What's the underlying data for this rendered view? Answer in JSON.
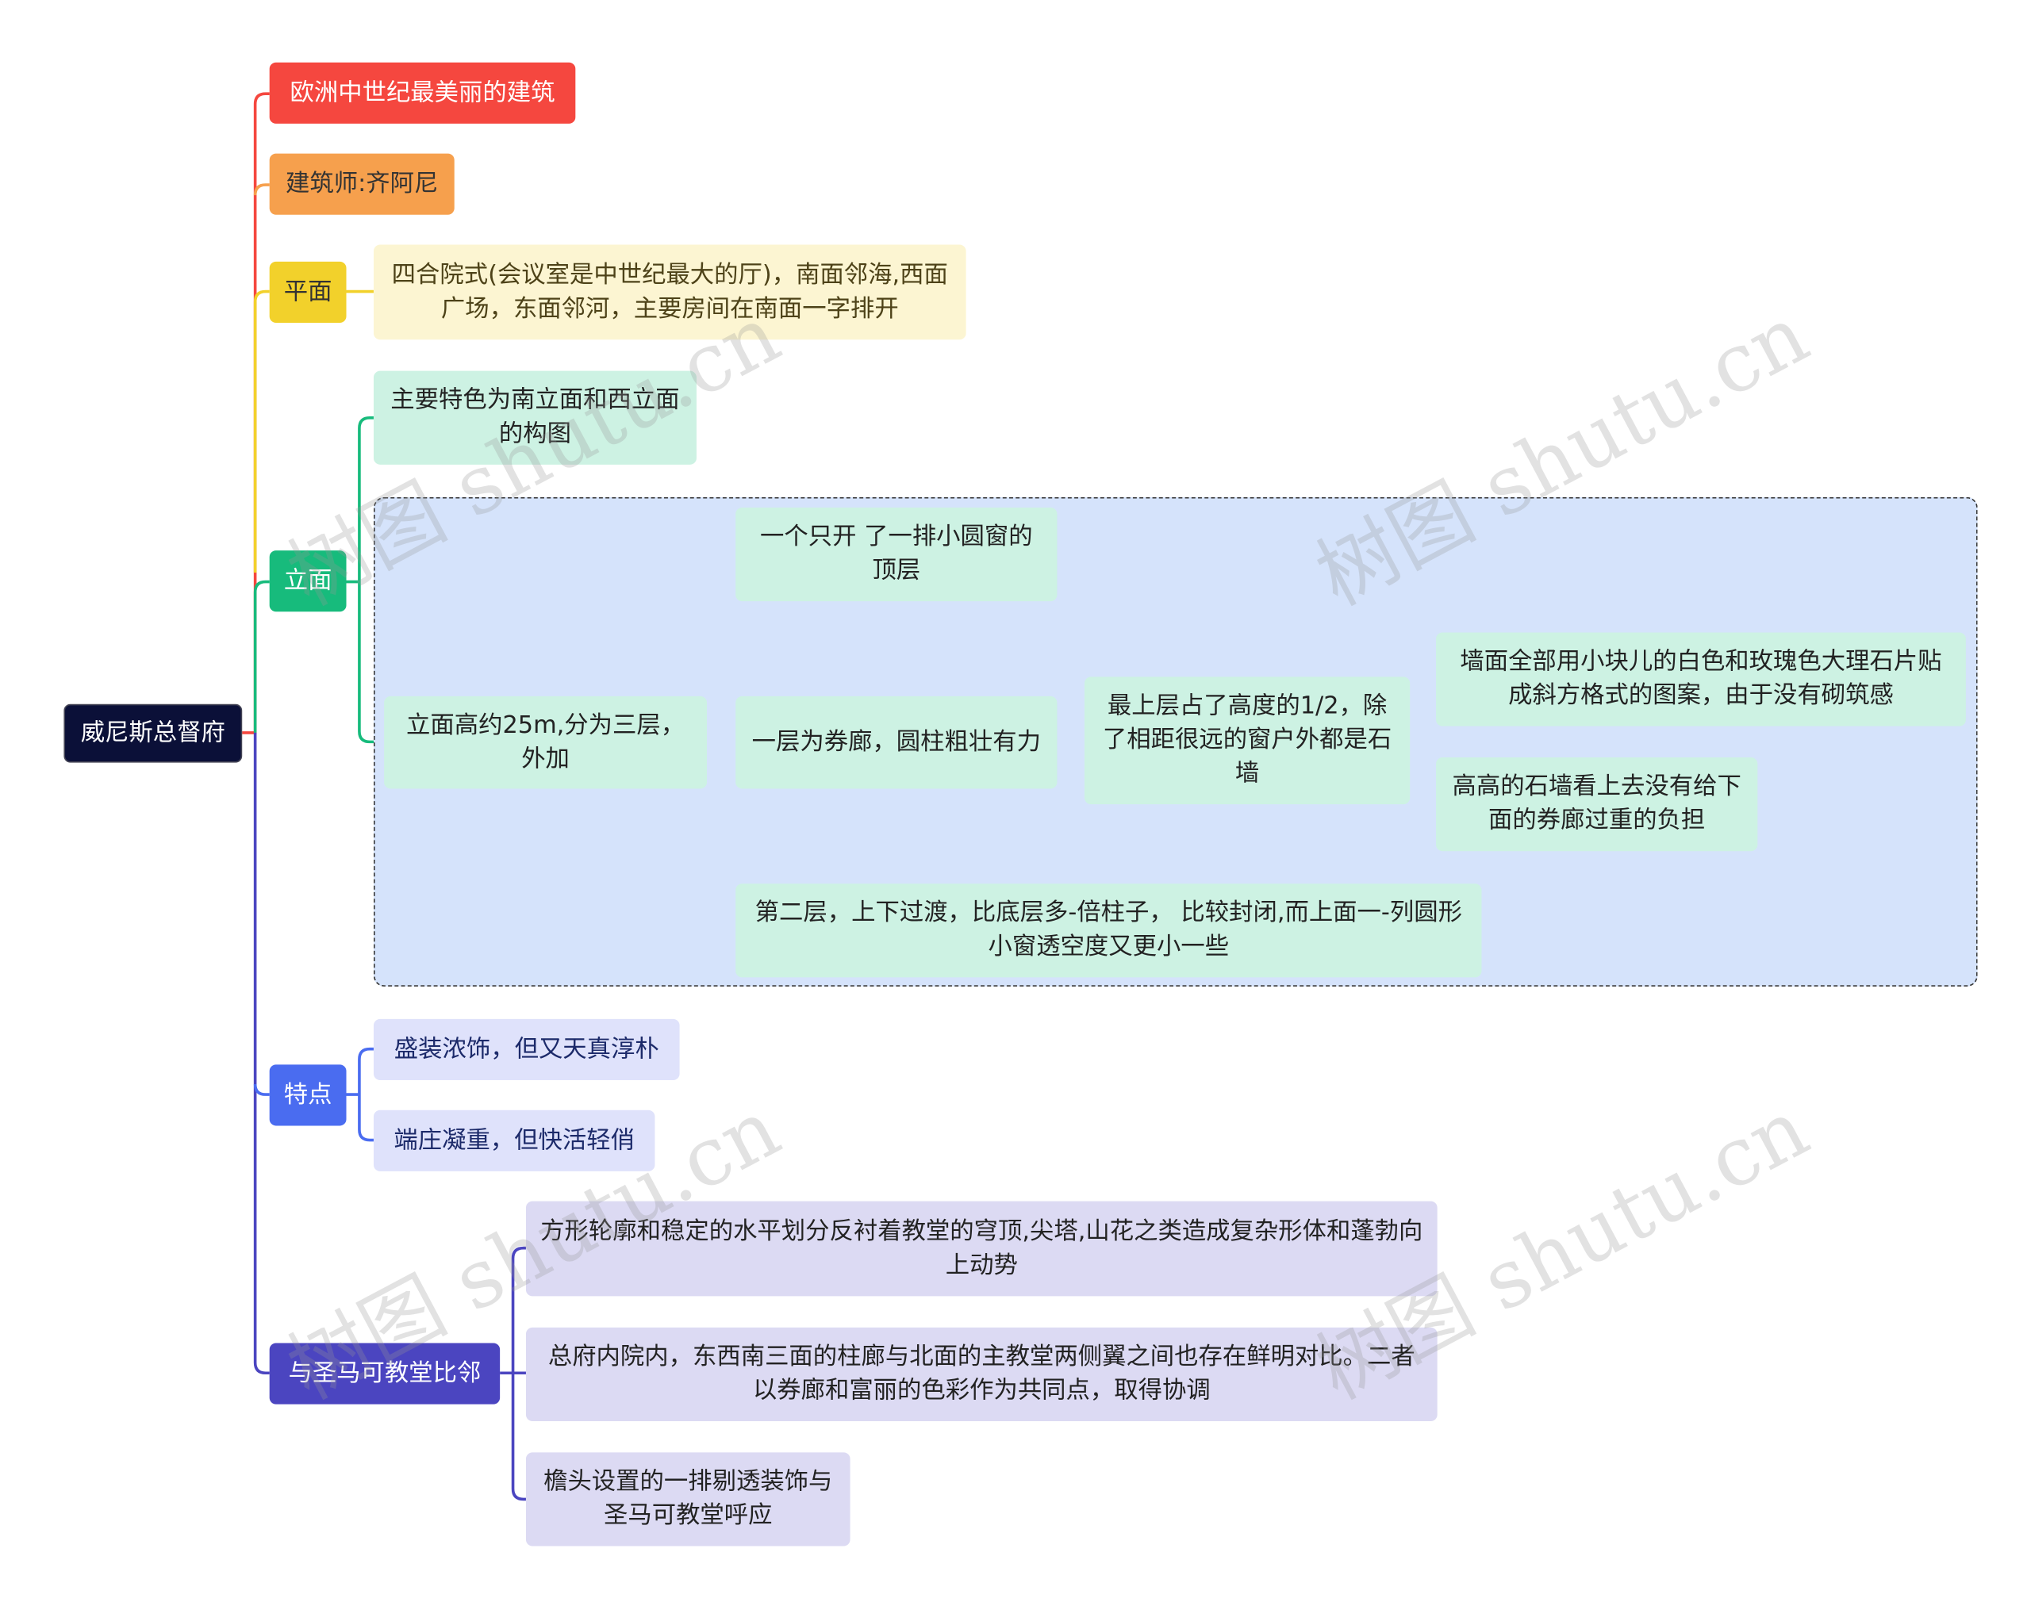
{
  "root": "威尼斯总督府",
  "branches": {
    "b1": "欧洲中世纪最美丽的建筑",
    "b2": "建筑师:齐阿尼",
    "plan": {
      "label": "平面",
      "child": "四合院式(会议室是中世纪最大的厅)，南面邻海,西面广场，东面邻河，主要房间在南面一字排开"
    },
    "elevation": {
      "label": "立面",
      "child1": "主要特色为南立面和西立面的构图",
      "child2": "立面高约25m,分为三层，外加",
      "top": "一个只开 了一排小圆窗的顶层",
      "ground": "一层为券廊，圆柱粗壮有力",
      "upper": "最上层占了高度的1/2，除了相距很远的窗户外都是石墙",
      "wall": "墙面全部用小块儿的白色和玫瑰色大理石片贴成斜方格式的图案，由于没有砌筑感",
      "stone": "高高的石墙看上去没有给下面的券廊过重的负担",
      "second": "第二层，上下过渡，比底层多-倍柱子， 比较封闭,而上面一-列圆形小窗透空度又更小一些"
    },
    "features": {
      "label": "特点",
      "items": [
        "盛装浓饰，但又天真淳朴",
        "端庄凝重，但快活轻俏"
      ]
    },
    "neighbor": {
      "label": "与圣马可教堂比邻",
      "items": [
        "方形轮廓和稳定的水平划分反衬着教堂的穹顶,尖塔,山花之类造成复杂形体和蓬勃向上动势",
        "总府内院内，东西南三面的柱廊与北面的主教堂两侧翼之间也存在鲜明对比。二者以券廊和富丽的色彩作为共同点，取得协调",
        "檐头设置的一排剔透装饰与圣马可教堂呼应"
      ]
    }
  },
  "watermark": "树图 shutu.cn",
  "colors": {
    "root": "#0b1038",
    "red": "#f5473f",
    "orange": "#f6a04d",
    "yellow": "#f2d12b",
    "green": "#17bb7c",
    "blue": "#4a6cf0",
    "indigo": "#4b45c0"
  }
}
